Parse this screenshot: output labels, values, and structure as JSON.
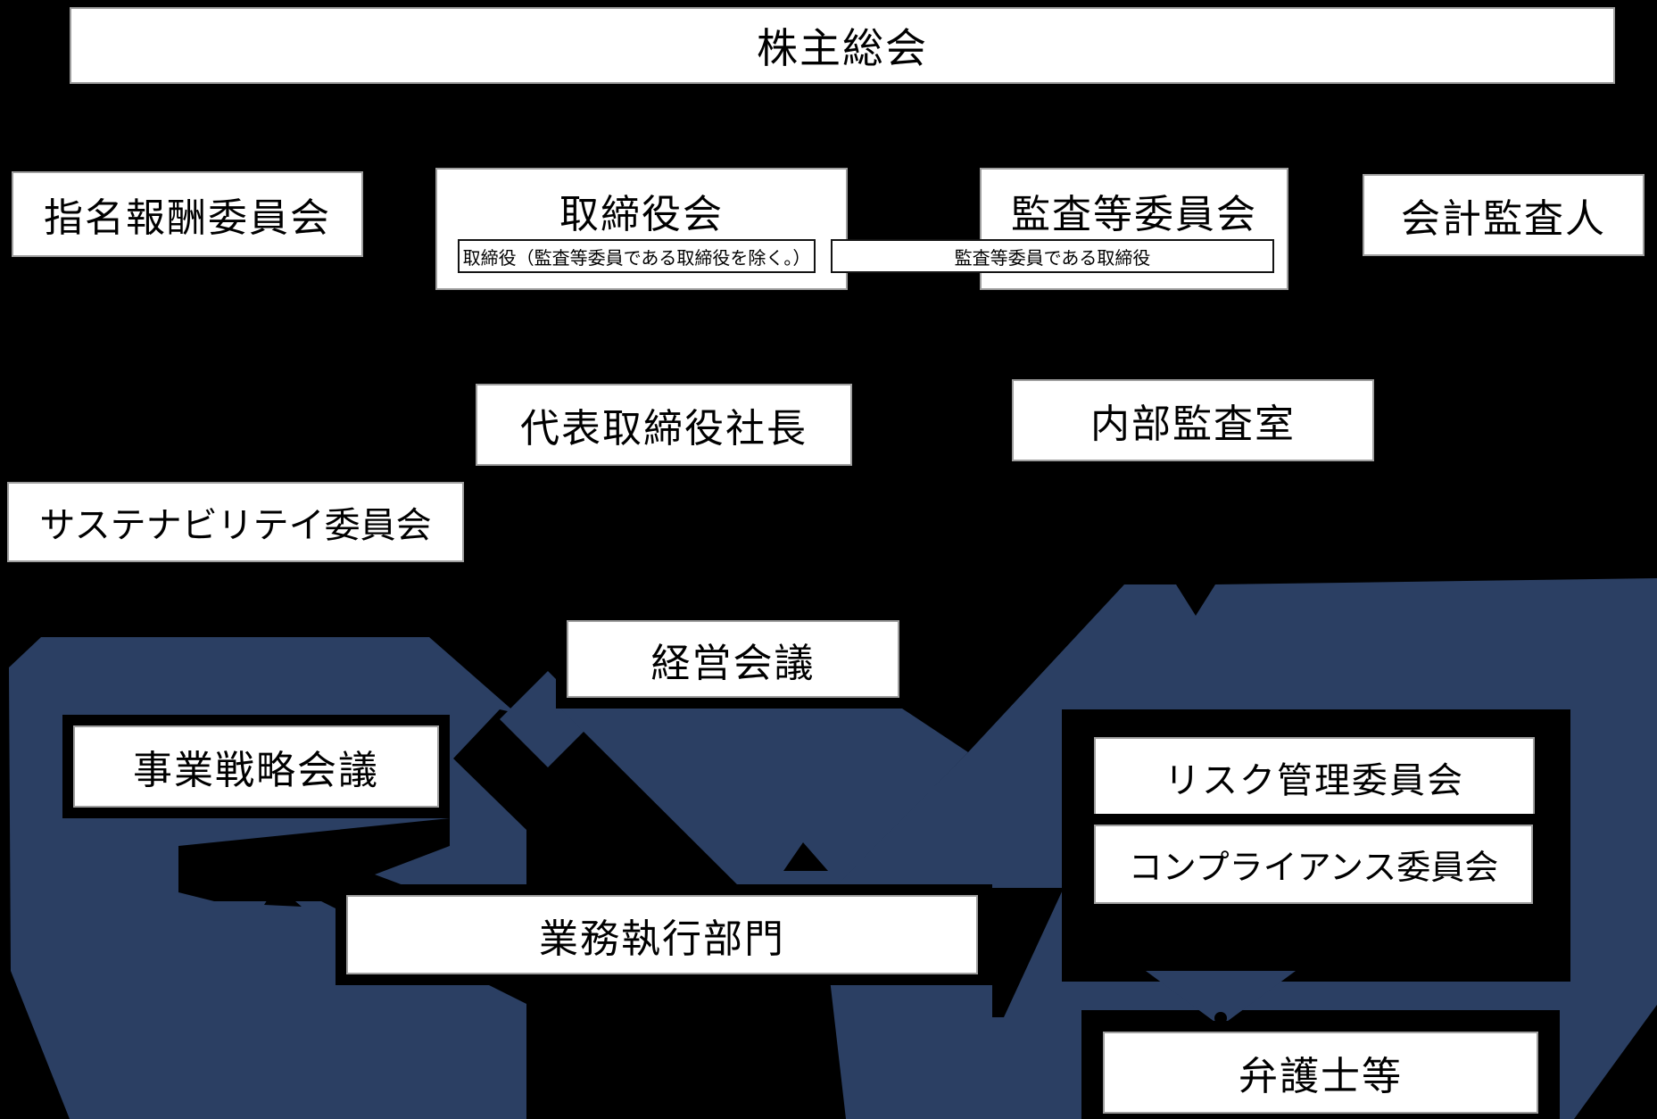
{
  "colors": {
    "background": "#000000",
    "accent": "#2b3f63",
    "box_fill": "#ffffff",
    "box_border": "#9e9e9e",
    "text": "#000000"
  },
  "nodes": {
    "shareholders": {
      "label": "株主総会"
    },
    "nomination_committee": {
      "label": "指名報酬委員会"
    },
    "board": {
      "label": "取締役会",
      "sub_label": "取締役（監査等委員である取締役を除く。）"
    },
    "audit_committee": {
      "label": "監査等委員会",
      "sub_label": "監査等委員である取締役"
    },
    "accounting_auditor": {
      "label": "会計監査人"
    },
    "president": {
      "label": "代表取締役社長"
    },
    "internal_audit_office": {
      "label": "内部監査室"
    },
    "sustainability_committee": {
      "label": "サステナビリテイ委員会"
    },
    "management_meeting": {
      "label": "経営会議"
    },
    "business_strategy_meeting": {
      "label": "事業戦略会議"
    },
    "risk_management_committee": {
      "label": "リスク管理委員会"
    },
    "compliance_committee": {
      "label": "コンプライアンス委員会"
    },
    "business_execution": {
      "label": "業務執行部門"
    },
    "lawyers": {
      "label": "弁護士等"
    }
  }
}
